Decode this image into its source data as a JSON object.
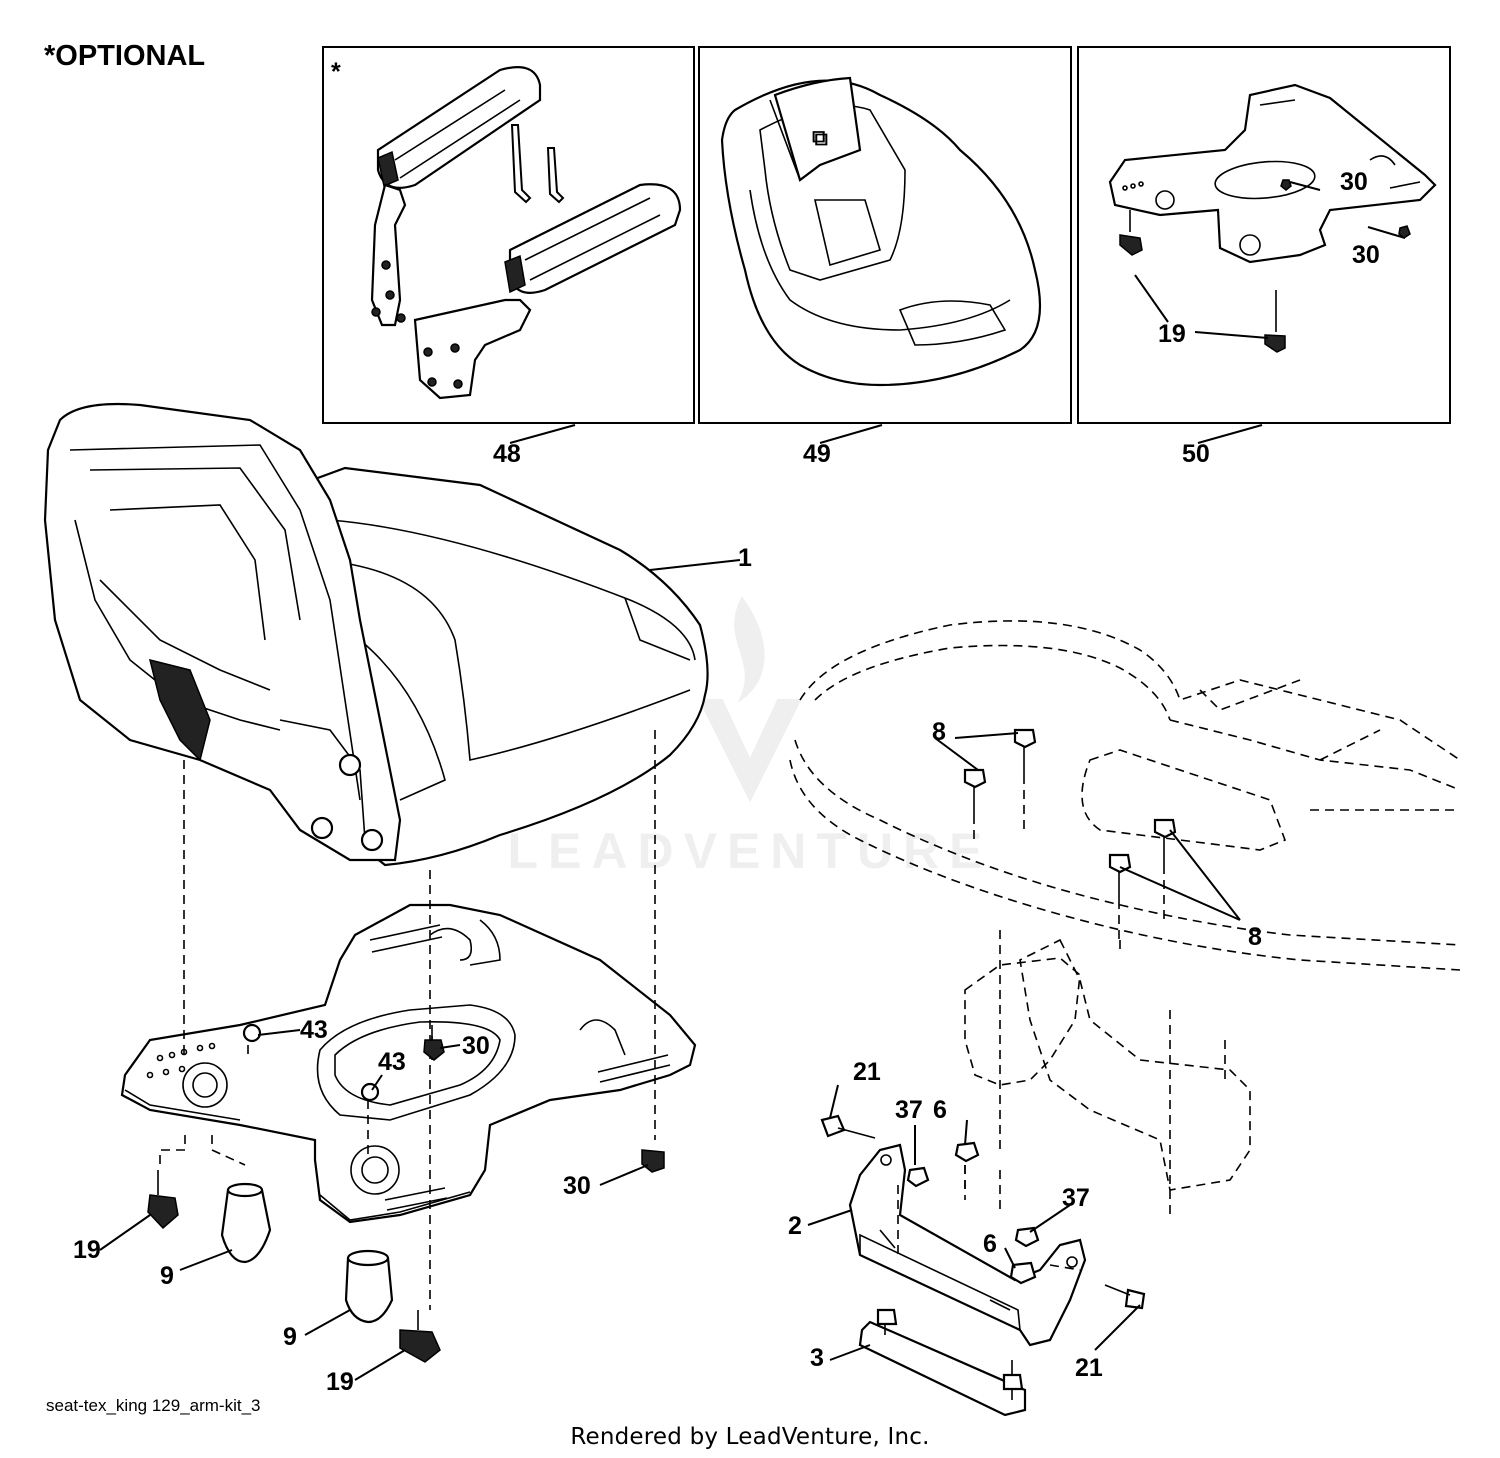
{
  "heading": "*OPTIONAL",
  "optional_marker": "*",
  "callouts": {
    "c1": "1",
    "c2": "2",
    "c3": "3",
    "c6a": "6",
    "c6b": "6",
    "c8a": "8",
    "c8b": "8",
    "c9a": "9",
    "c9b": "9",
    "c19a": "19",
    "c19b": "19",
    "c19c": "19",
    "c21a": "21",
    "c21b": "21",
    "c30a": "30",
    "c30b": "30",
    "c30c": "30",
    "c30d": "30",
    "c37a": "37",
    "c37b": "37",
    "c43a": "43",
    "c43b": "43",
    "c48": "48",
    "c49": "49",
    "c50": "50"
  },
  "watermark": {
    "logo": "flame-v-logo",
    "text": "LEADVENTURE"
  },
  "filename": "seat-tex_king 129_arm-kit_3",
  "credit": "Rendered by LeadVenture, Inc."
}
